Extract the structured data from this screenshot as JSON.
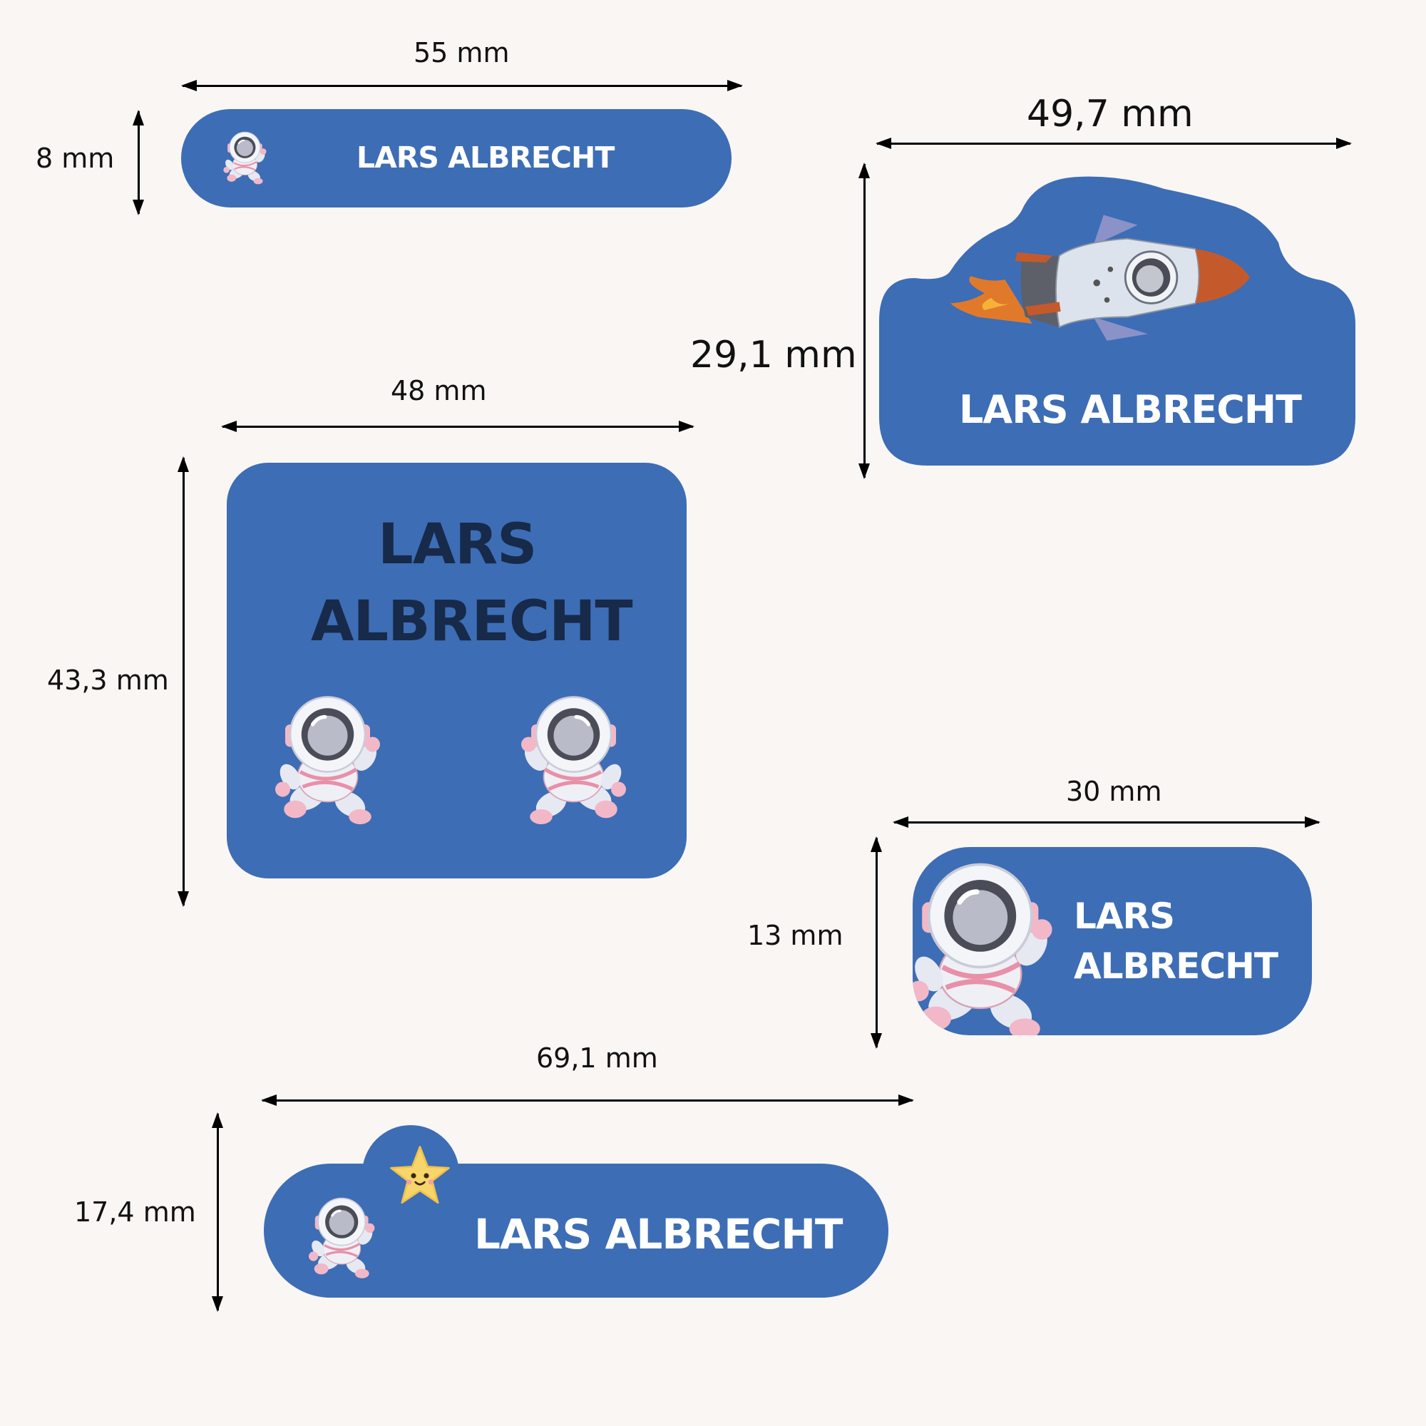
{
  "dimensions": {
    "d1_width": "55 mm",
    "d1_height": "8 mm",
    "d2_width": "49,7 mm",
    "d2_height": "29,1 mm",
    "d3_width": "48 mm",
    "d3_height": "43,3 mm",
    "d4_width": "30 mm",
    "d4_height": "13 mm",
    "d5_width": "69,1 mm",
    "d5_height": "17,4 mm"
  },
  "labels": {
    "label1": {
      "name": "LARS ALBRECHT",
      "icon": "astronaut-icon"
    },
    "label2": {
      "name": "LARS ALBRECHT",
      "icon": "rocket-icon"
    },
    "label3": {
      "first": "LARS",
      "last": "ALBRECHT",
      "icons": [
        "astronaut-icon",
        "astronaut-icon"
      ]
    },
    "label4": {
      "first": "LARS",
      "last": "ALBRECHT",
      "icon": "astronaut-icon"
    },
    "label5": {
      "name": "LARS ALBRECHT",
      "icons": [
        "astronaut-icon",
        "star-icon"
      ]
    }
  },
  "colors": {
    "label_blue": "#3d6db5",
    "text_white": "#ffffff",
    "text_dark": "#172a4a",
    "background": "#f9f6f3"
  }
}
